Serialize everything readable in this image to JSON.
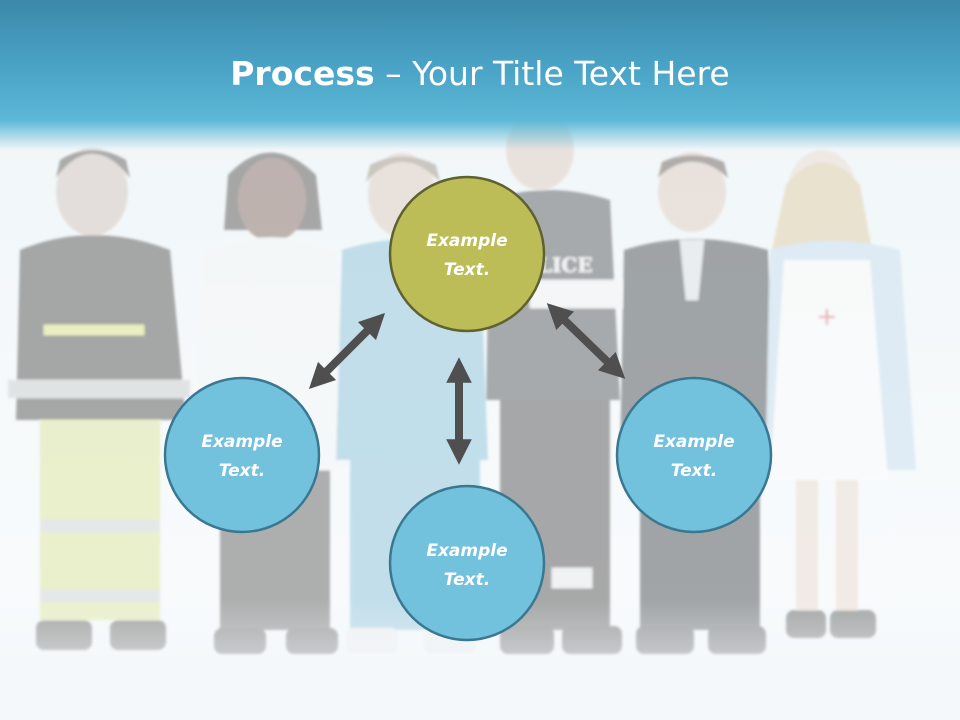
{
  "slide": {
    "title_bold": "Process",
    "title_rest": " – Your Title Text Here"
  },
  "diagram": {
    "center": {
      "line1": "Example",
      "line2": "Text.",
      "fill": "#bcbd57",
      "stroke": "#5f6130"
    },
    "left": {
      "line1": "Example",
      "line2": "Text.",
      "fill": "#72c1dd",
      "stroke": "#3a7790"
    },
    "bottom": {
      "line1": "Example",
      "line2": "Text.",
      "fill": "#72c1dd",
      "stroke": "#3a7790"
    },
    "right": {
      "line1": "Example",
      "line2": "Text.",
      "fill": "#72c1dd",
      "stroke": "#3a7790"
    },
    "arrow_color": "#4f4f4f"
  },
  "photo": {
    "nurse_badge": "+",
    "police_vest": "LICE"
  }
}
